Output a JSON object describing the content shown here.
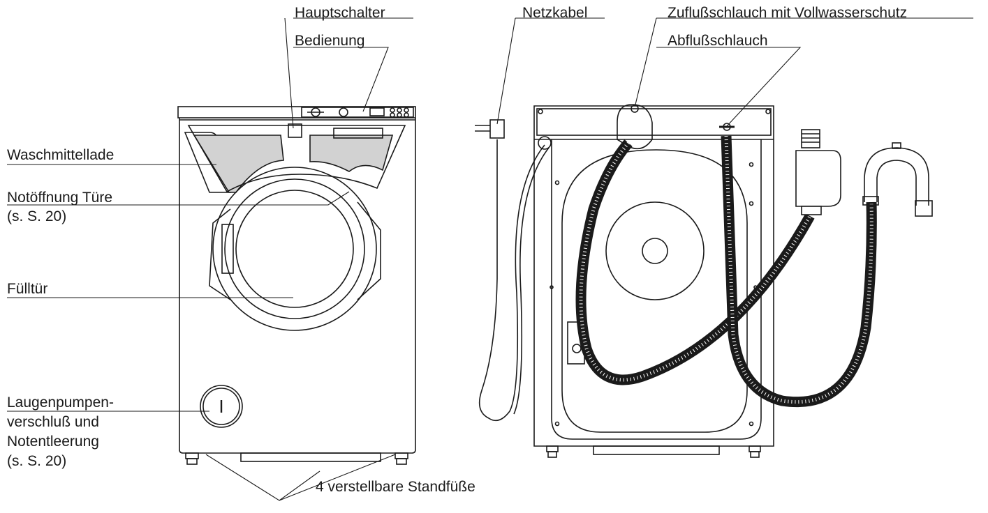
{
  "labels": {
    "hauptschalter": "Hauptschalter",
    "bedienung": "Bedienung",
    "waschmittellade": "Waschmittellade",
    "notoeffnung_1": "Notöffnung Türe",
    "notoeffnung_2": "(s. S. 20)",
    "fuelltuer": "Fülltür",
    "laugen_1": "Laugenpumpen-",
    "laugen_2": "verschluß und",
    "laugen_3": "Notentleerung",
    "laugen_4": "(s. S. 20)",
    "standfuesse": "4 verstellbare Standfüße",
    "netzkabel": "Netzkabel",
    "zufluss": "Zuflußschlauch mit Vollwasserschutz",
    "abfluss": "Abflußschlauch"
  },
  "colors": {
    "line": "#1a1a1a",
    "panel_fill": "#d2d2d2",
    "background": "#ffffff"
  }
}
